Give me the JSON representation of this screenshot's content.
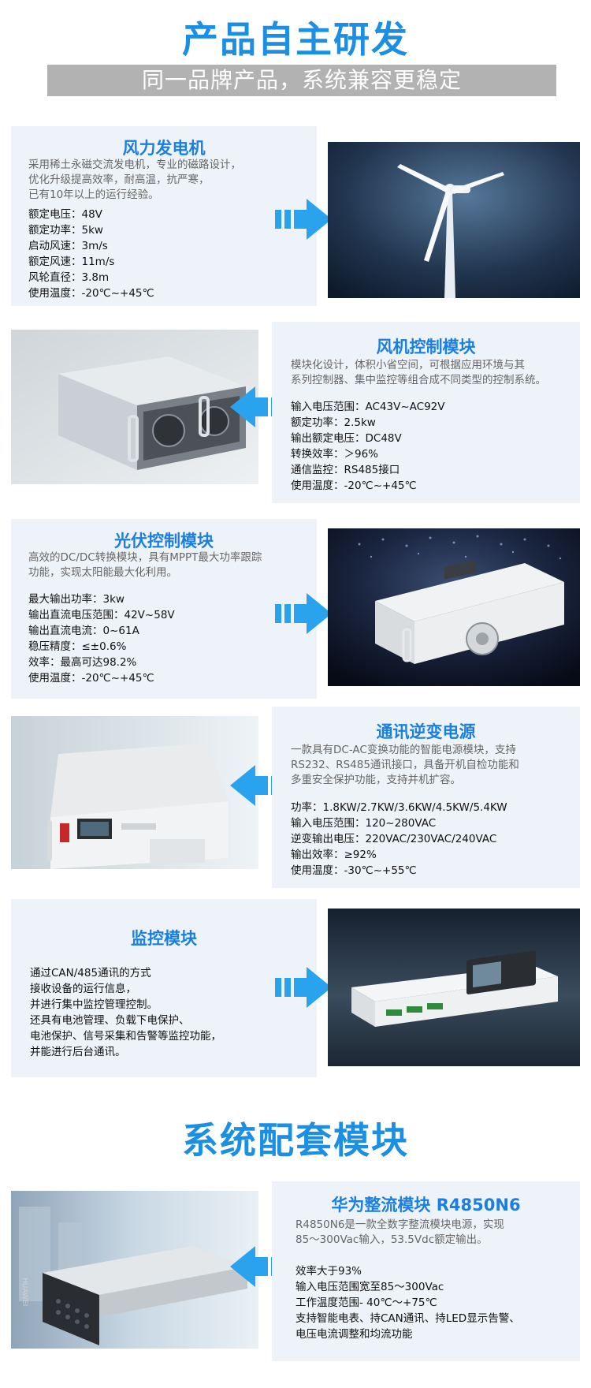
{
  "header": {
    "title": "产品自主研发",
    "banner": "同一品牌产品，系统兼容更稳定"
  },
  "sections": [
    {
      "title": "风力发电机",
      "desc": [
        "采用稀土永磁交流发电机，专业的磁路设计，",
        "优化升级提高效率，耐高温，抗严寒，",
        "已有10年以上的运行经验。"
      ],
      "specs": [
        "额定电压：48V",
        "额定功率：5kw",
        "启动风速：3m/s",
        "额定风速：11m/s",
        "风轮直径：3.8m",
        "使用温度：-20℃~+45℃"
      ]
    },
    {
      "title": "风机控制模块",
      "desc": [
        "模块化设计，体积小省空间，可根据应用环境与其",
        "系列控制器、集中监控等组合成不同类型的控制系统。"
      ],
      "specs": [
        "输入电压范围：AC43V~AC92V",
        "额定功率：2.5kw",
        "输出额定电压：DC48V",
        "转换效率：＞96%",
        "通信监控：RS485接口",
        "使用温度：-20℃~+45℃"
      ]
    },
    {
      "title": "光伏控制模块",
      "desc": [
        "高效的DC/DC转换模块，具有MPPT最大功率跟踪",
        "功能，实现太阳能最大化利用。"
      ],
      "specs": [
        "最大输出功率：3kw",
        "输出直流电压范围：42V~58V",
        "输出直流电流：0~61A",
        "稳压精度：≤±0.6%",
        "效率：最高可达98.2%",
        "使用温度：-20℃~+45℃"
      ]
    },
    {
      "title": "通讯逆变电源",
      "desc": [
        "一款具有DC-AC变换功能的智能电源模块，支持",
        "RS232、RS485通讯接口，具备开机自检功能和",
        "多重安全保护功能，支持并机扩容。"
      ],
      "specs": [
        "功率：1.8KW/2.7KW/3.6KW/4.5KW/5.4KW",
        "输入电压范围：120~280VAC",
        "逆变输出电压：220VAC/230VAC/240VAC",
        "输出效率：≥92%",
        "使用温度：-30℃~+55℃"
      ]
    },
    {
      "title": "监控模块",
      "desc": [],
      "specs": [
        "通过CAN/485通讯的方式",
        "接收设备的运行信息，",
        "并进行集中监控管理控制。",
        "还具有电池管理、负载下电保护、",
        "电池保护、信号采集和告警等监控功能，",
        "并能进行后台通讯。"
      ]
    }
  ],
  "section2": {
    "title": "系统配套模块",
    "item": {
      "title": "华为整流模块 R4850N6",
      "desc": [
        "R4850N6是一款全数字整流模块电源，实现",
        "85～300Vac输入，53.5Vdc额定输出。"
      ],
      "specs": [
        "效率大于93%",
        "输入电压范围宽至85～300Vac",
        "工作温度范围- 40℃～+75℃",
        "支持智能电表、持CAN通讯、持LED显示告警、",
        "电压电流调整和均流功能"
      ],
      "brand_text": "HUAWEI"
    }
  },
  "icons": {
    "arrow_right": "arrow-right-icon",
    "arrow_left": "arrow-left-icon"
  },
  "colors": {
    "accent": "#1a8fe3",
    "arrow": "#29a3ee",
    "panel": "#eef3f9",
    "banner": "#b2b2b2"
  }
}
